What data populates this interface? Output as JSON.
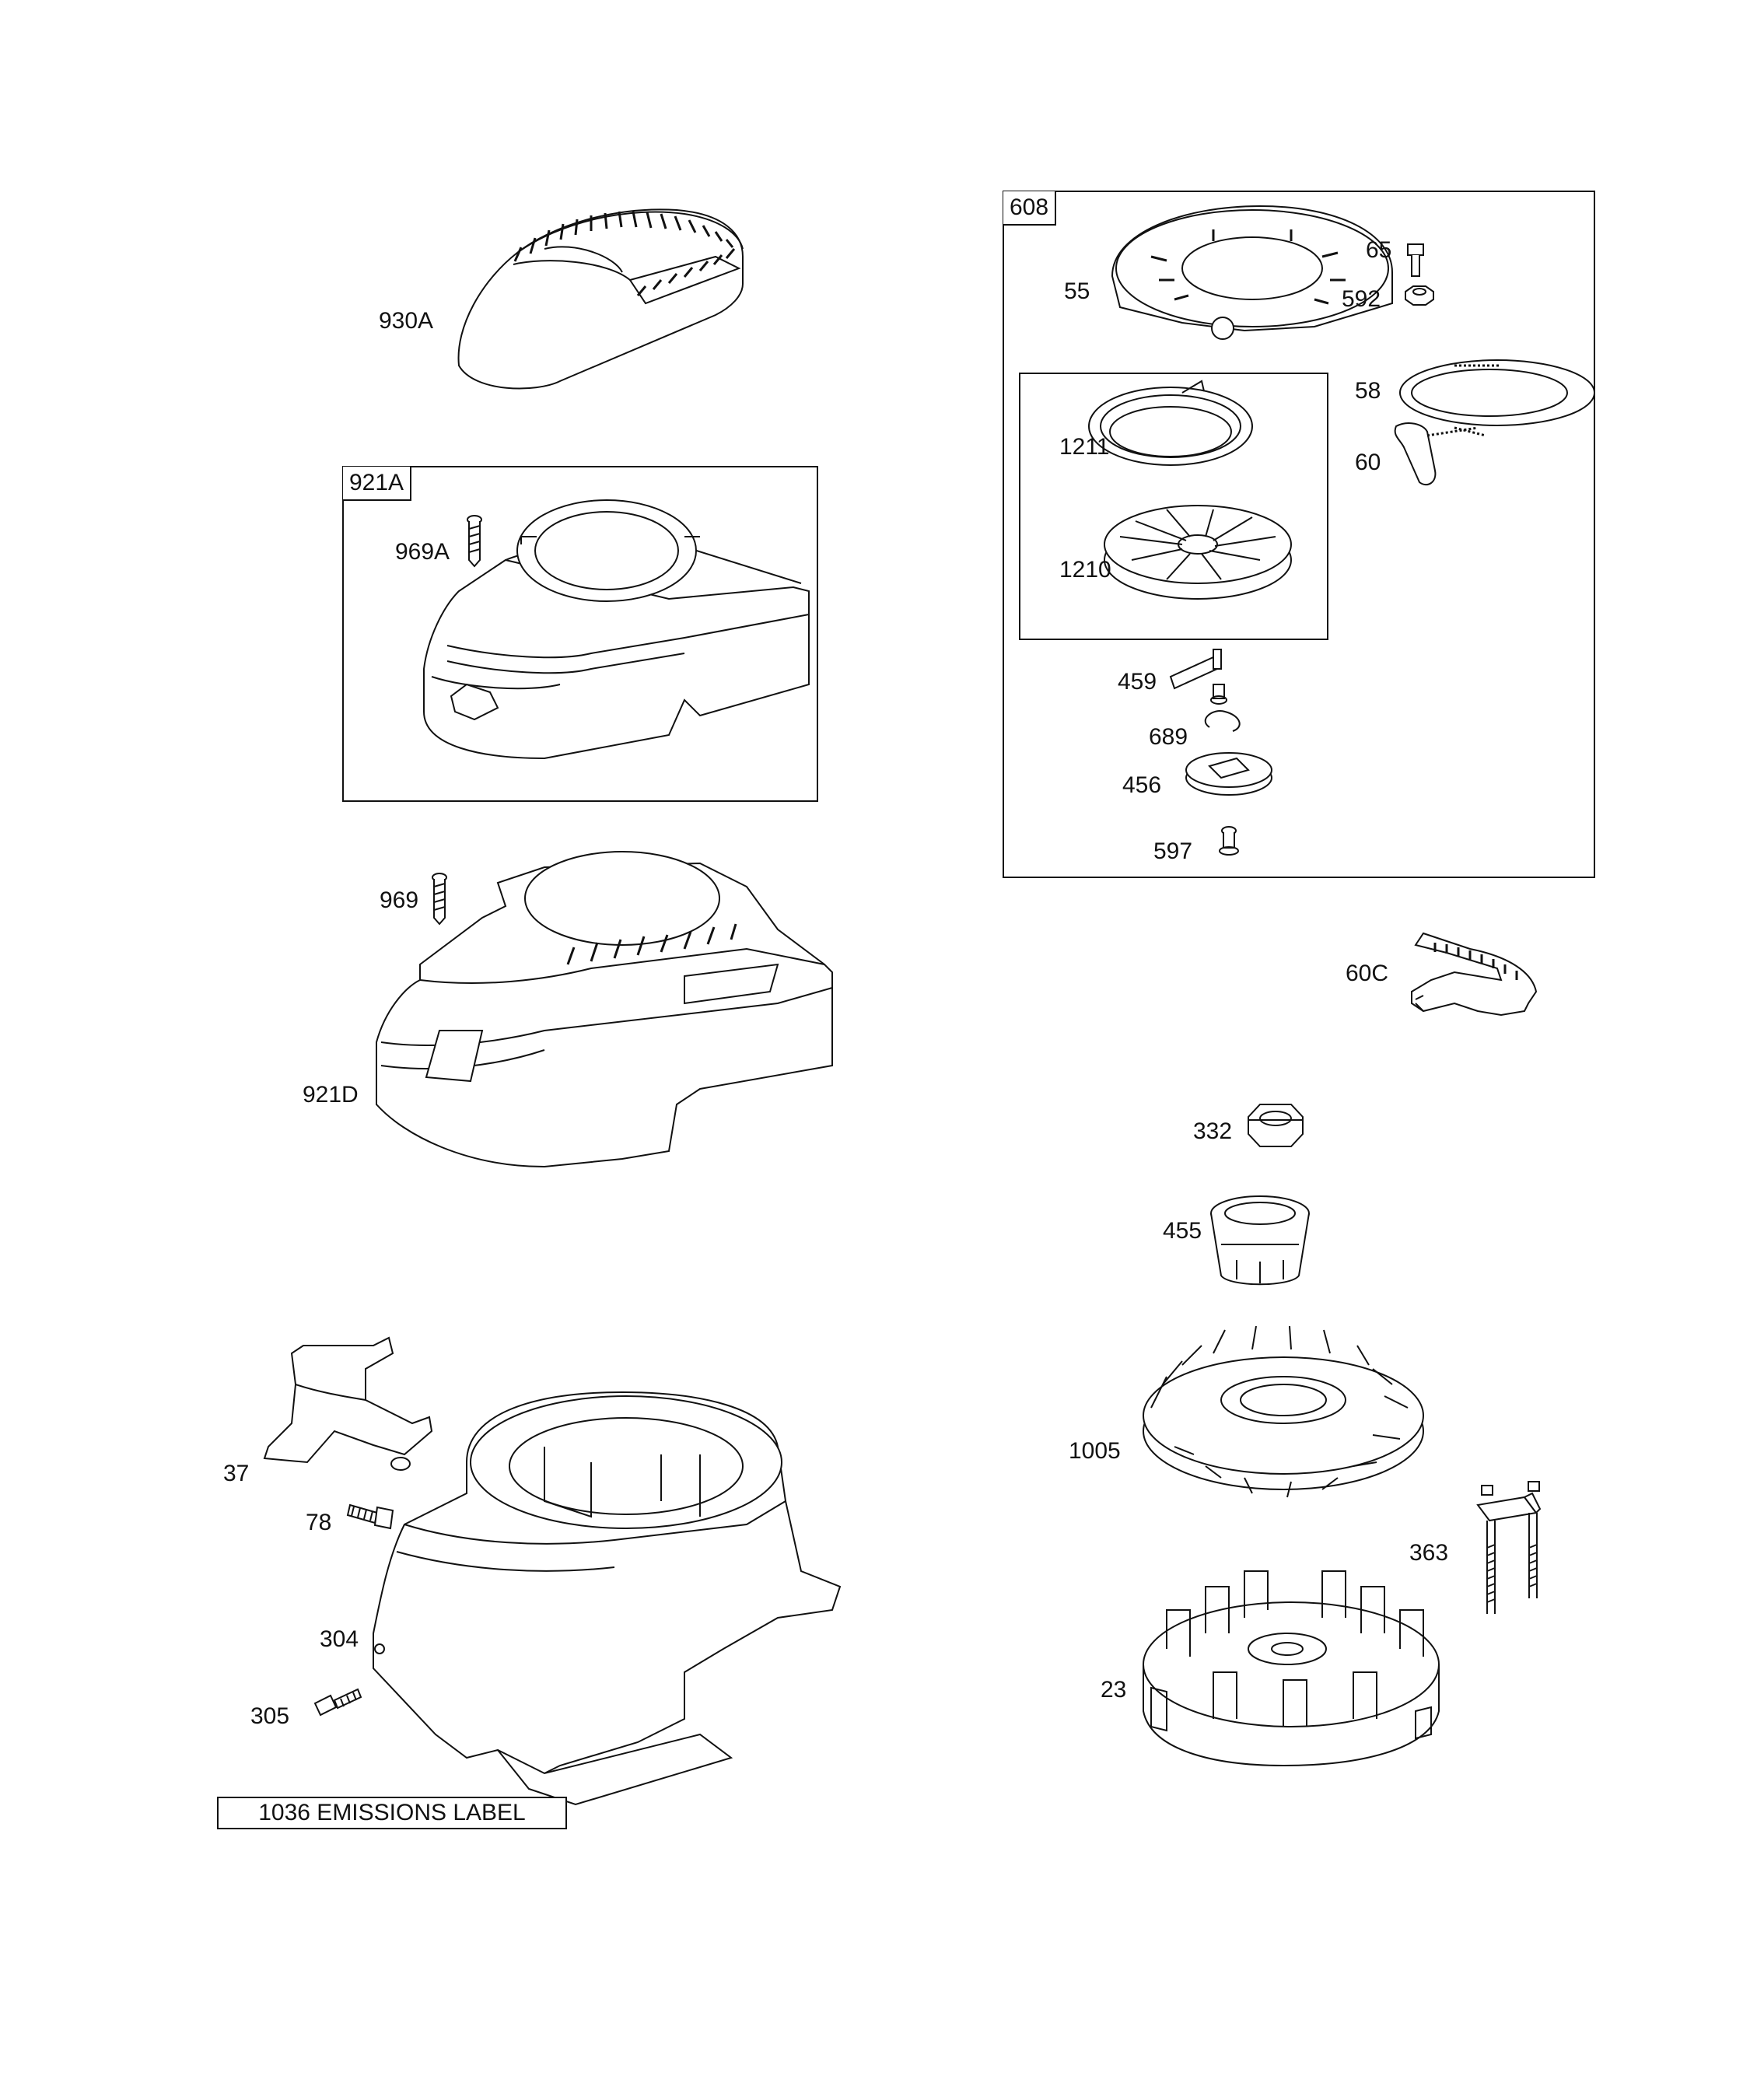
{
  "callouts": {
    "p930A": "930A",
    "p921A_box": "921A",
    "p969A": "969A",
    "p969": "969",
    "p921D": "921D",
    "p37": "37",
    "p78": "78",
    "p304": "304",
    "p305": "305",
    "p608_box": "608",
    "p55": "55",
    "p65": "65",
    "p592": "592",
    "p58": "58",
    "p60": "60",
    "p1211": "1211",
    "p1210": "1210",
    "p459": "459",
    "p689": "689",
    "p456": "456",
    "p597": "597",
    "p60C": "60C",
    "p332": "332",
    "p455": "455",
    "p1005": "1005",
    "p363": "363",
    "p23": "23"
  },
  "emissions_label": "1036 EMISSIONS LABEL"
}
